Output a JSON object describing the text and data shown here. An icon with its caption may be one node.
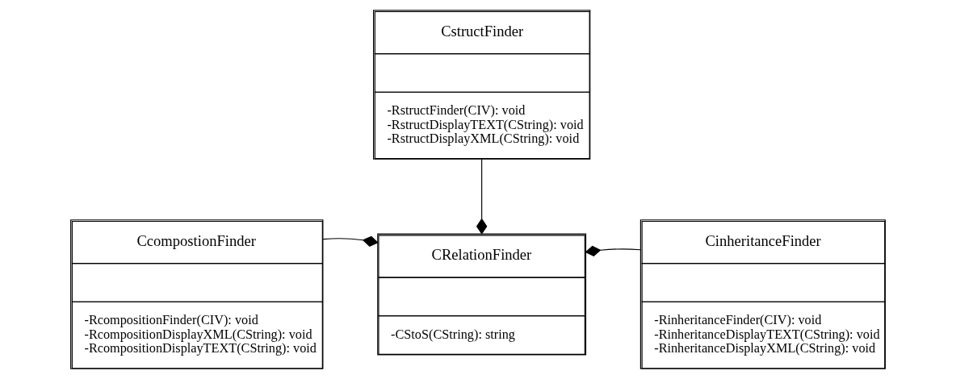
{
  "diagram": {
    "nodes": [
      {
        "text": [
          "CstructFinder",
          "-RstructFinder(CIV): void",
          "-RstructDisplayTEXT(CString): void",
          "-RstructDisplayXML(CString): void"
        ]
      },
      {
        "text": [
          "CcompostionFinder",
          "-RcompositionFinder(CIV): void",
          "-RcompositionDisplayXML(CString): void",
          "-RcompositionDisplayTEXT(CString): void"
        ]
      },
      {
        "text": [
          "CRelationFinder",
          "-CStoS(CString): string"
        ]
      },
      {
        "text": [
          "CinheritanceFinder",
          "-RinheritanceFinder(CIV): void",
          "-RinheritanceDisplayTEXT(CString): void",
          "-RinheritanceDisplayXML(CString): void"
        ]
      }
    ],
    "edges": [
      {
        "from": 0,
        "to": 2,
        "arrow": "other"
      },
      {
        "from": 1,
        "to": 2,
        "arrow": "other"
      },
      {
        "from": 3,
        "to": 2,
        "arrow": "other"
      }
    ]
  }
}
